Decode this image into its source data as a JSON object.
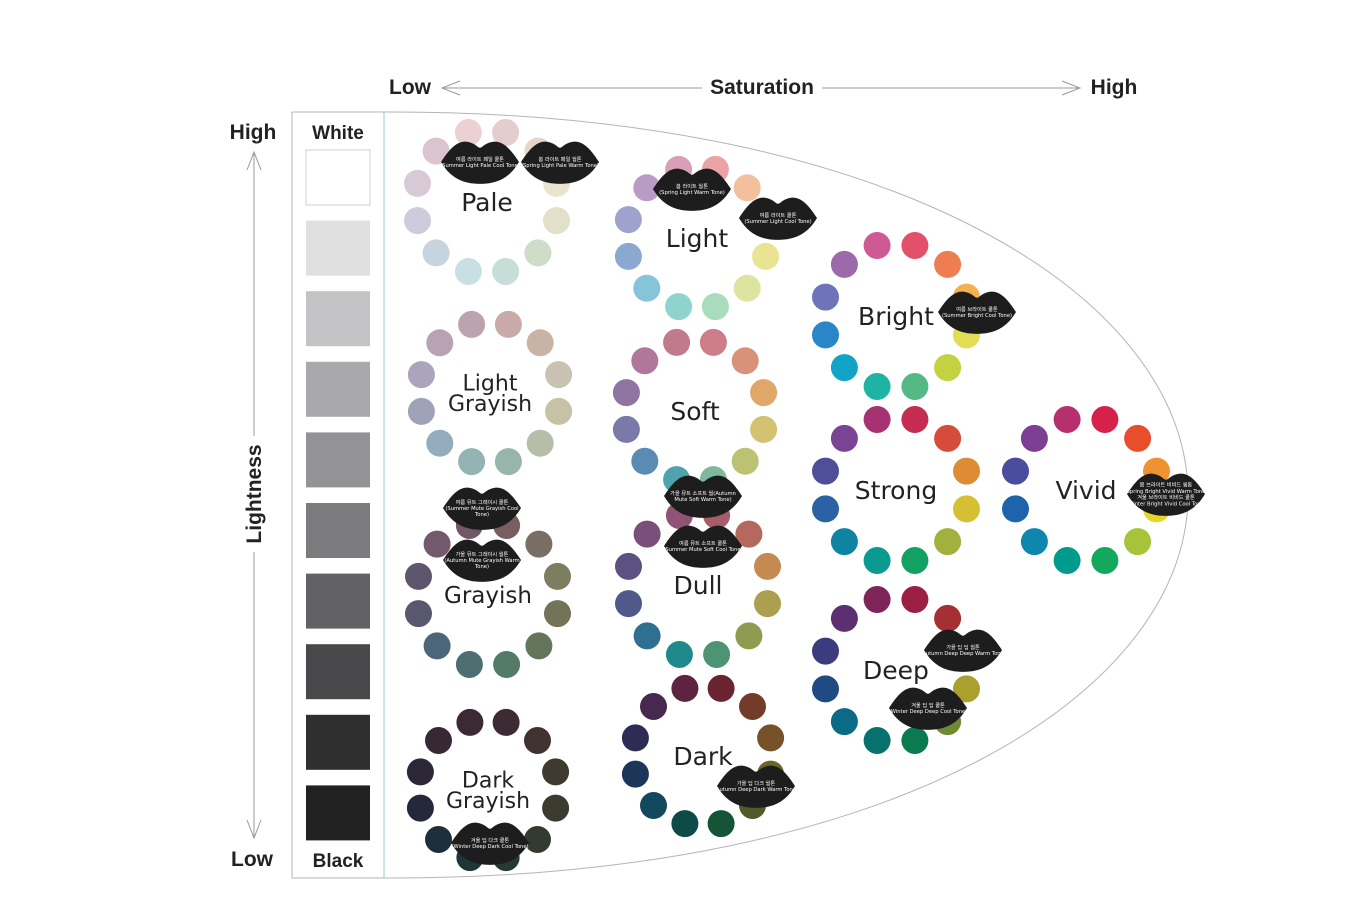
{
  "axes": {
    "saturation": {
      "label": "Saturation",
      "low": "Low",
      "high": "High"
    },
    "lightness": {
      "label": "Lightness",
      "high": "High",
      "low": "Low"
    }
  },
  "grayscale": {
    "top_label": "White",
    "bottom_label": "Black",
    "swatches": [
      "#ffffff",
      "#e0e0e1",
      "#c3c3c5",
      "#a9a9ab",
      "#939395",
      "#7b7b7e",
      "#626265",
      "#48484a",
      "#2f2f2f",
      "#212121"
    ]
  },
  "tones": [
    {
      "id": "pale",
      "name": [
        "Pale"
      ],
      "colors": [
        "#e6cdcd",
        "#e6d5c9",
        "#e8e4cf",
        "#e2e0c8",
        "#cfdcc9",
        "#c6ddd8",
        "#c8dfe4",
        "#c6d4e0",
        "#cfcbdc",
        "#d7c9d6",
        "#d9c4d0",
        "#ecd0d3"
      ]
    },
    {
      "id": "light",
      "name": [
        "Light"
      ],
      "colors": [
        "#eba4a6",
        "#f3c09e",
        "#f7d9a0",
        "#ebe394",
        "#dde4a0",
        "#a9dbbd",
        "#8ed3ce",
        "#86c4d9",
        "#8ba8d0",
        "#9fa2cd",
        "#b99bc5",
        "#d7a0b8"
      ]
    },
    {
      "id": "bright",
      "name": [
        "Bright"
      ],
      "colors": [
        "#e2506a",
        "#ee7e51",
        "#f3b24d",
        "#e2dd52",
        "#c3d240",
        "#55b986",
        "#1fb3a4",
        "#12a4c8",
        "#2a86c7",
        "#6d74b9",
        "#9c69ab",
        "#cf5a93"
      ]
    },
    {
      "id": "light-grayish",
      "name": [
        "Light",
        "Grayish"
      ],
      "colors": [
        "#c8aaab",
        "#c9b3a7",
        "#c9c2b2",
        "#c5c2a5",
        "#b7bea8",
        "#97b6a9",
        "#93b3b4",
        "#94adbe",
        "#a0a2b8",
        "#aca3bc",
        "#b8a3b5",
        "#bda3af"
      ]
    },
    {
      "id": "soft",
      "name": [
        "Soft"
      ],
      "colors": [
        "#cc7d87",
        "#d9927a",
        "#dfa869",
        "#d5c172",
        "#bdc272",
        "#7eb99d",
        "#4ea3ae",
        "#5a8bb3",
        "#7b79a8",
        "#8f73a1",
        "#b0779a",
        "#c07a8c"
      ]
    },
    {
      "id": "strong",
      "name": [
        "Strong"
      ],
      "colors": [
        "#c62c51",
        "#d64c3b",
        "#dd8b34",
        "#d5c033",
        "#a2b13e",
        "#13a063",
        "#0b9a8f",
        "#0f83a2",
        "#2b62a3",
        "#4e4e9a",
        "#7a4393",
        "#a63272"
      ]
    },
    {
      "id": "vivid",
      "name": [
        "Vivid"
      ],
      "colors": [
        "#d6224b",
        "#e84e2c",
        "#ef9231",
        "#e7d52b",
        "#a7c33a",
        "#12a95d",
        "#009b8c",
        "#0e87af",
        "#1e64ad",
        "#4a4c9e",
        "#7c3f94",
        "#b6306f"
      ]
    },
    {
      "id": "grayish",
      "name": [
        "Grayish"
      ],
      "colors": [
        "#7a5d5e",
        "#7a6d64",
        "#7d7d61",
        "#737357",
        "#63765c",
        "#537a67",
        "#4e6f72",
        "#4b6579",
        "#595770",
        "#5d566d",
        "#73596b",
        "#705866"
      ]
    },
    {
      "id": "dull",
      "name": [
        "Dull"
      ],
      "colors": [
        "#a75c6a",
        "#b5685e",
        "#c48b51",
        "#ad9f50",
        "#8f9b4e",
        "#4d9475",
        "#1f8a8b",
        "#2f6f8f",
        "#50598a",
        "#5d5182",
        "#7a4f7c",
        "#8f5475"
      ]
    },
    {
      "id": "deep",
      "name": [
        "Deep"
      ],
      "colors": [
        "#9a1f42",
        "#a52f32",
        "#b36a2a",
        "#a9a02e",
        "#6e8a33",
        "#0b7a50",
        "#08716d",
        "#0b6a86",
        "#204b82",
        "#3a3c7d",
        "#5c2f70",
        "#7f2458"
      ]
    },
    {
      "id": "dark-grayish",
      "name": [
        "Dark",
        "Grayish"
      ],
      "colors": [
        "#3c2b32",
        "#403230",
        "#3e3a2f",
        "#3b3b2f",
        "#333a2f",
        "#263a30",
        "#1d3738",
        "#1e2e3a",
        "#25283a",
        "#2c2737",
        "#362834",
        "#3b2a33"
      ]
    },
    {
      "id": "dark",
      "name": [
        "Dark"
      ],
      "colors": [
        "#6a2331",
        "#733c2a",
        "#75522a",
        "#6b6429",
        "#4f5c2a",
        "#165437",
        "#0e4a47",
        "#13495e",
        "#1d3559",
        "#2e2c55",
        "#47284f",
        "#5d2341"
      ]
    }
  ],
  "seasonal_tones": [
    {
      "id": "summer-light-pale-cool",
      "lines": [
        "여름 라이트 페일 쿨톤",
        "(Summer Light Pale Cool Tone)"
      ]
    },
    {
      "id": "spring-light-pale-warm",
      "lines": [
        "봄 라이트 페일 웜톤",
        "(Spring Light Pale Warm Tone)"
      ]
    },
    {
      "id": "spring-light-warm",
      "lines": [
        "봄 라이트 웜톤",
        "(Spring Light Warm Tone)"
      ]
    },
    {
      "id": "summer-light-cool",
      "lines": [
        "여름 라이트 쿨톤",
        "(Summer Light Cool Tone)"
      ]
    },
    {
      "id": "summer-bright-cool",
      "lines": [
        "여름 브라이트 쿨톤",
        "(Summer Bright Cool Tone)"
      ]
    },
    {
      "id": "summer-mute-grayish-cool",
      "lines": [
        "여름 뮤트 그레이시 쿨톤",
        "(Summer Mute Grayish Cool",
        "Tone)"
      ]
    },
    {
      "id": "autumn-mute-grayish-warm",
      "lines": [
        "가을 뮤트 그레이시 웜톤",
        "(Autumn Mute Grayish Warm",
        "Tone)"
      ]
    },
    {
      "id": "autumn-mute-soft-warm",
      "lines": [
        "가을 뮤트 소프트 웜(Autumn",
        "Mute Soft Warm Tone)"
      ]
    },
    {
      "id": "summer-mute-soft-cool",
      "lines": [
        "여름 뮤트 소프트 쿨톤",
        "(Summer Mute Soft Cool Tone)"
      ]
    },
    {
      "id": "spring-winter-bright-vivid",
      "lines": [
        "봄 브라이트 비비드 웜톤",
        "(Spring Bright Vivid Warm Tone)",
        "겨울 브라이트 비비드 쿨톤",
        "(Winter Bright Vivid Cool Tone)"
      ]
    },
    {
      "id": "autumn-deep-deep-warm",
      "lines": [
        "가을 딥 딥 웜톤",
        "(Autumn Deep Deep Warm Tone)"
      ]
    },
    {
      "id": "winter-deep-deep-cool",
      "lines": [
        "겨울 딥 딥 쿨톤",
        "(Winter Deep Deep Cool Tone)"
      ]
    },
    {
      "id": "autumn-deep-dark-warm",
      "lines": [
        "가을 딥 다크 웜톤",
        "(Autumn Deep Dark Warm Tone)"
      ]
    },
    {
      "id": "winter-deep-dark-cool",
      "lines": [
        "겨울 딥 다크 쿨톤",
        "(Winter Deep Dark Cool Tone)"
      ]
    }
  ]
}
